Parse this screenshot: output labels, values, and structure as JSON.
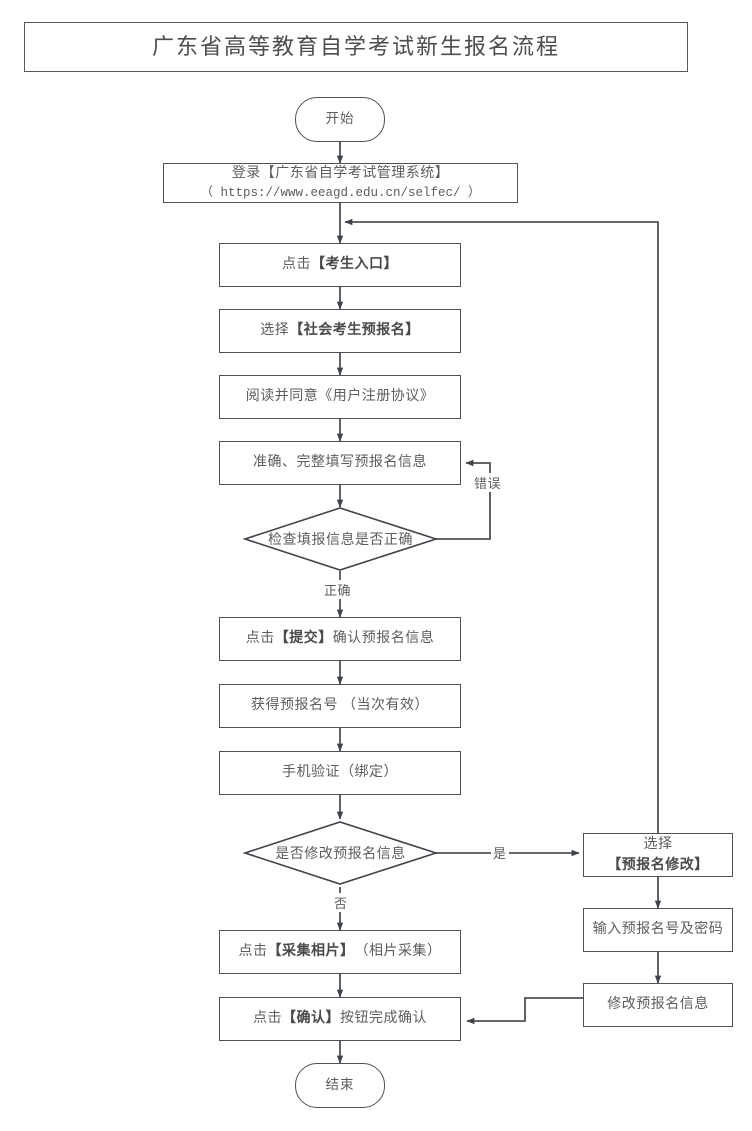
{
  "page": {
    "title": "广东省高等教育自学考试新生报名流程",
    "background_color": "#ffffff",
    "line_color": "#4d5258",
    "text_color": "#5d5d5d"
  },
  "flow": {
    "start": {
      "label": "开始"
    },
    "login": {
      "line1": "登录【广东省自学考试管理系统】",
      "line2": "（ https://www.eeagd.edu.cn/selfec/ ）"
    },
    "steps": [
      {
        "id": "entrance",
        "prefix": "点击",
        "bracket": "【考生入口】",
        "suffix": ""
      },
      {
        "id": "preregister",
        "prefix": "选择",
        "bracket": "【社会考生预报名】",
        "suffix": ""
      },
      {
        "id": "agreement",
        "prefix": "",
        "bracket": "",
        "suffix": "阅读并同意《用户注册协议》"
      },
      {
        "id": "fill-info",
        "prefix": "",
        "bracket": "",
        "suffix": "准确、完整填写预报名信息"
      },
      {
        "id": "submit",
        "prefix": "点击",
        "bracket": "【提交】",
        "suffix": "确认预报名信息"
      },
      {
        "id": "get-number",
        "prefix": "",
        "bracket": "",
        "suffix": "获得预报名号 （当次有效）"
      },
      {
        "id": "phone-verify",
        "prefix": "",
        "bracket": "",
        "suffix": "手机验证（绑定）"
      },
      {
        "id": "photo",
        "prefix": "点击",
        "bracket": "【采集相片】",
        "suffix": "（相片采集）"
      },
      {
        "id": "confirm",
        "prefix": "点击",
        "bracket": "【确认】",
        "suffix": "按钮完成确认"
      }
    ],
    "decisions": [
      {
        "id": "check-info",
        "label": "检查填报信息是否正确",
        "yes_label": "正确",
        "no_label": "错误"
      },
      {
        "id": "modify-info",
        "label": "是否修改预报名信息",
        "yes_label": "是",
        "no_label": "否"
      }
    ],
    "branch": [
      {
        "id": "select-modify",
        "line1": "选择",
        "line2": "【预报名修改】"
      },
      {
        "id": "enter-creds",
        "line1": "输入预报名号及密码",
        "line2": ""
      },
      {
        "id": "do-modify",
        "line1": "修改预报名信息",
        "line2": ""
      }
    ],
    "end": {
      "label": "结束"
    }
  }
}
